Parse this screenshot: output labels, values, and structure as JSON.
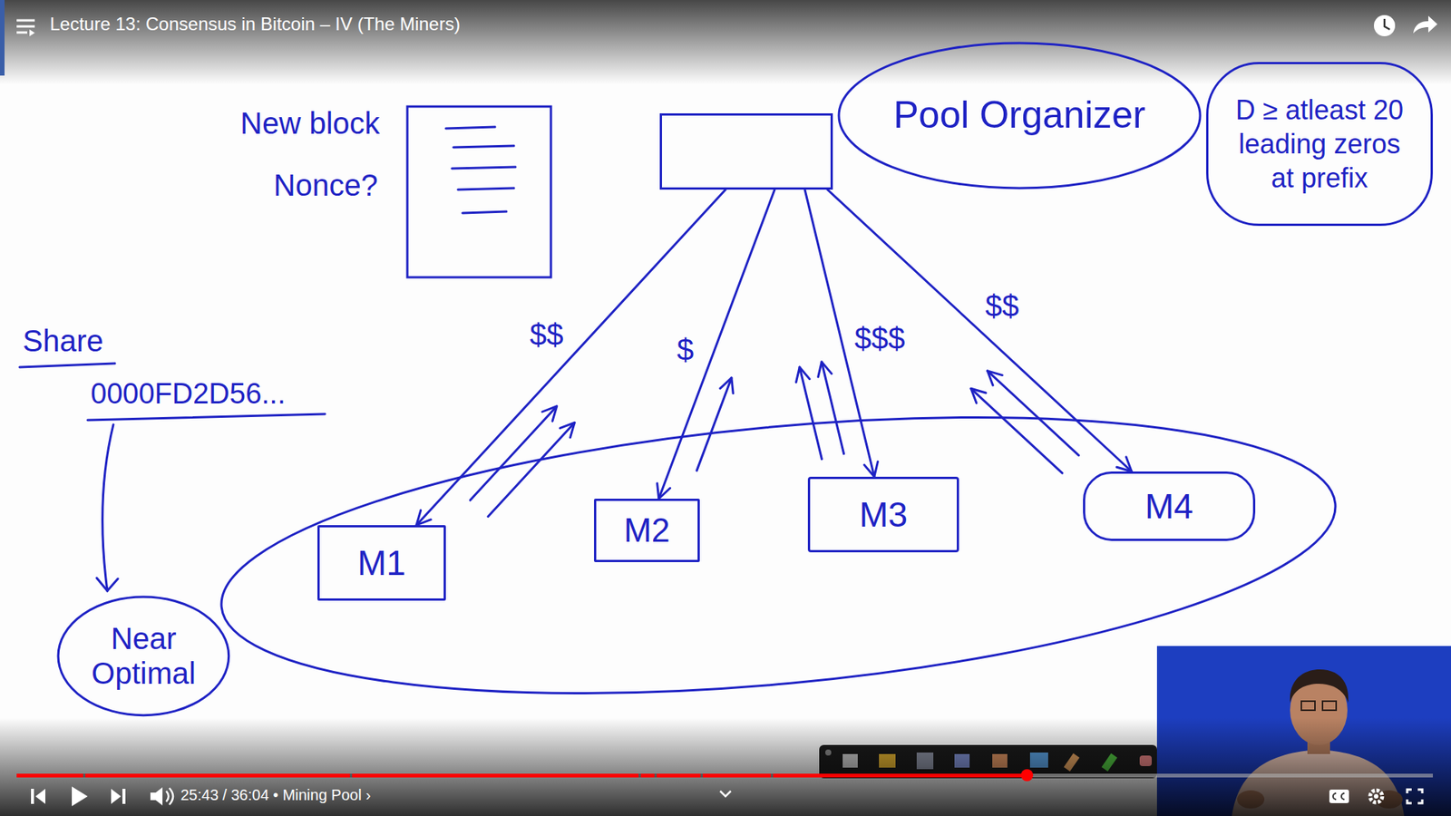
{
  "diagram": {
    "title": "Lecture 13: Consensus in Bitcoin – IV (The Miners)",
    "nodes": [
      {
        "text": [
          "Pool Organizer"
        ]
      },
      {
        "text": [
          "D ≥ atleast 20 leading zeros at prefix"
        ]
      },
      {
        "text": [
          "M1"
        ]
      },
      {
        "text": [
          "M2"
        ]
      },
      {
        "text": [
          "M3"
        ]
      },
      {
        "text": [
          "M4"
        ]
      },
      {
        "text": [
          "Near Optimal"
        ]
      }
    ],
    "edges": [
      {
        "from": 0,
        "to": 2,
        "arrow": "to",
        "label": "$$"
      },
      {
        "from": 0,
        "to": 3,
        "arrow": "to",
        "label": "$"
      },
      {
        "from": 0,
        "to": 4,
        "arrow": "to",
        "label": "$$$"
      },
      {
        "from": 0,
        "to": 5,
        "arrow": "to",
        "label": "$$"
      }
    ],
    "labels": [
      "New block",
      "Nonce?",
      "0000FD2D56...",
      "Share",
      "25:43 / 36:04 • Mining Pool ›"
    ]
  }
}
